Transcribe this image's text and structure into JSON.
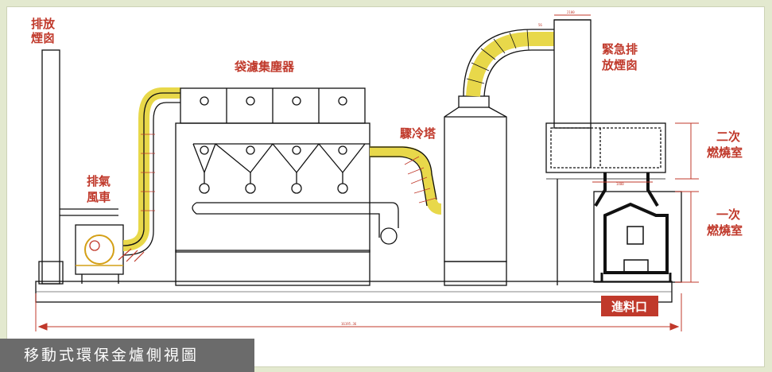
{
  "labels": {
    "exhaust_stack": [
      "排放",
      "煙囪"
    ],
    "exhaust_fan": [
      "排氣",
      "風車"
    ],
    "bag_filter": "袋濾集塵器",
    "quench_tower": "驟冷塔",
    "emergency_stack": [
      "緊急排",
      "放煙囪"
    ],
    "secondary_chamber": [
      "二次",
      "燃燒室"
    ],
    "primary_chamber": [
      "一次",
      "燃燒室"
    ],
    "feed_port": "進料口"
  },
  "dimensions": {
    "overall_length": "16195.36",
    "top_width": "2100",
    "secondary_width": "1400",
    "duct_width": "56"
  },
  "caption": "移動式環保金爐側視圖",
  "colors": {
    "label_red": "#c0392b",
    "caption_bg": "#6b6b6b",
    "frame_bg": "#e3e9cf",
    "duct_yellow": "#e8d84a"
  }
}
